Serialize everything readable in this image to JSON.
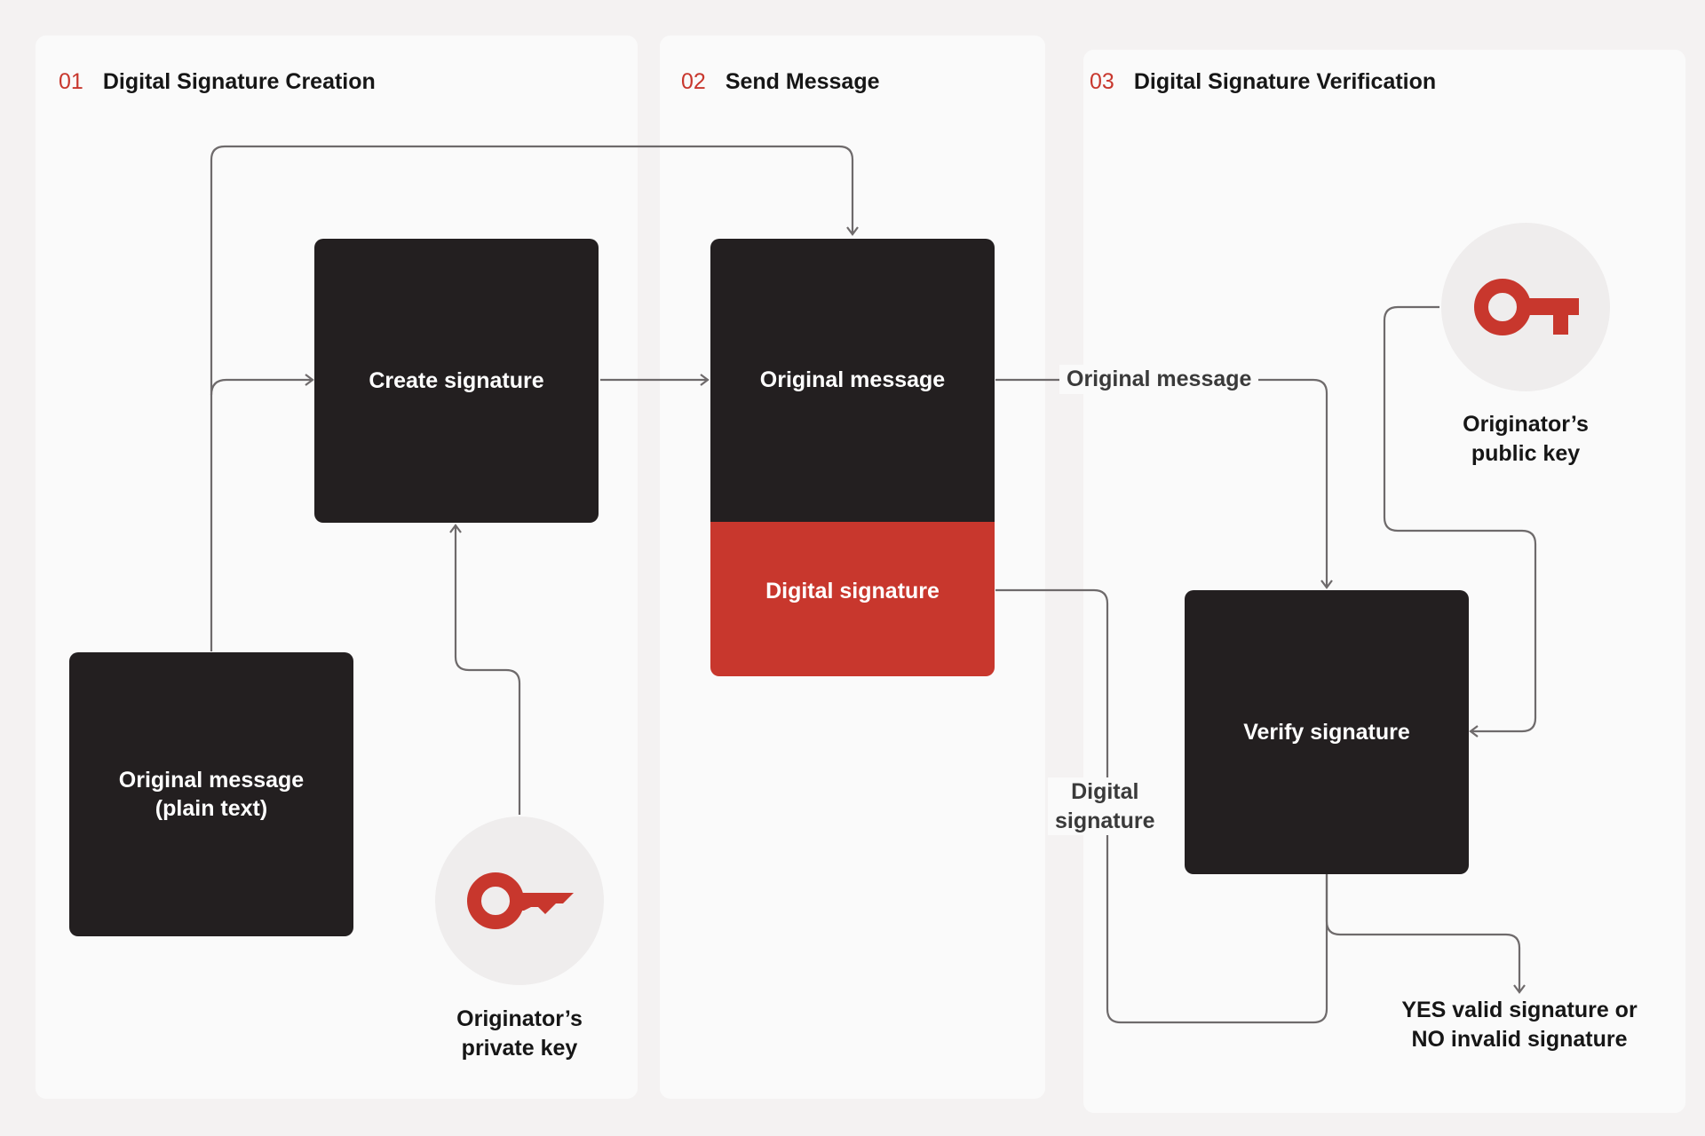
{
  "panels": [
    {
      "number": "01",
      "title": "Digital Signature Creation"
    },
    {
      "number": "02",
      "title": "Send Message"
    },
    {
      "number": "03",
      "title": "Digital Signature Verification"
    }
  ],
  "nodes": {
    "original_plain": "Original message\n(plain text)",
    "create_signature": "Create signature",
    "original_message": "Original message",
    "digital_signature": "Digital signature",
    "verify_signature": "Verify signature"
  },
  "keys": {
    "private": "Originator’s\nprivate key",
    "public": "Originator’s\npublic key"
  },
  "edge_labels": {
    "original_message": "Original message",
    "digital_signature": "Digital\nsignature"
  },
  "result": "YES valid signature or\nNO invalid signature",
  "colors": {
    "accent": "#c8372d",
    "box": "#231f20",
    "background": "#f4f2f2",
    "panel": "#fafafa",
    "connector": "#6e6a6b"
  },
  "icons": [
    "key-icon"
  ]
}
